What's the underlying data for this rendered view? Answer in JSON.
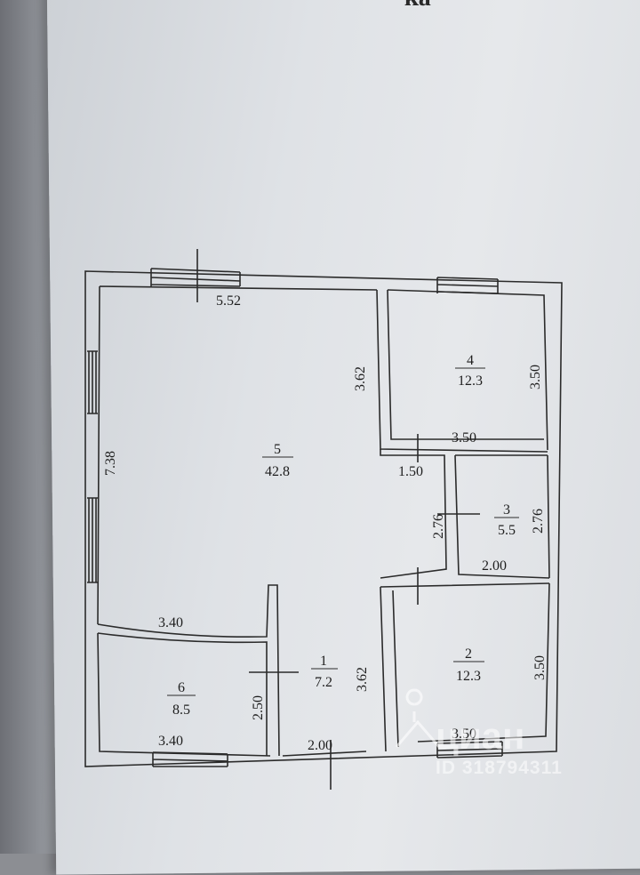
{
  "heading_fragment": "ка",
  "dimensions": {
    "d_552": "5.52",
    "d_738": "7.38",
    "d_362_top": "3.62",
    "d_350_r4": "3.50",
    "d_350_b4": "3.50",
    "d_150": "1.50",
    "d_276_l": "2.76",
    "d_276_r": "2.76",
    "d_200_b3": "2.00",
    "d_340_top": "3.40",
    "d_340_bot": "3.40",
    "d_250": "2.50",
    "d_362_bot": "3.62",
    "d_200_bot": "2.00",
    "d_350_r2": "3.50",
    "d_350_b2": "3.50"
  },
  "rooms": [
    {
      "number": "1",
      "area": "7.2"
    },
    {
      "number": "2",
      "area": "12.3"
    },
    {
      "number": "3",
      "area": "5.5"
    },
    {
      "number": "4",
      "area": "12.3"
    },
    {
      "number": "5",
      "area": "42.8"
    },
    {
      "number": "6",
      "area": "8.5"
    }
  ],
  "watermark": {
    "brand": "циан",
    "id": "ID 318794311"
  }
}
